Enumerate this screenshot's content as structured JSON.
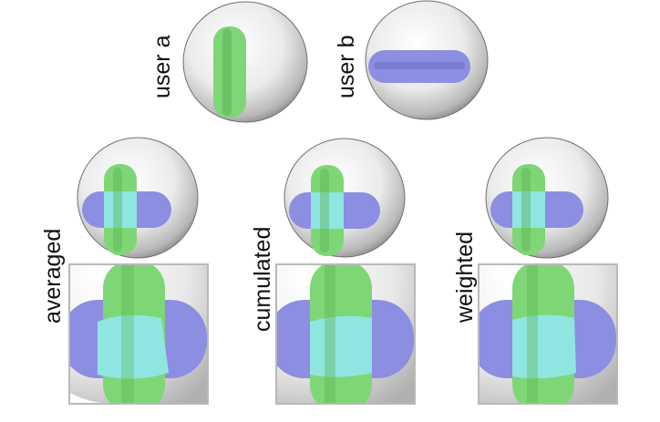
{
  "labels": {
    "user_a": "user a",
    "user_b": "user b",
    "averaged": "averaged",
    "cumulated": "cumulated",
    "weighted": "weighted"
  },
  "colors": {
    "green": "#7fd676",
    "purple": "#8c8ee2",
    "cyan": "#8fe6e0",
    "frame": "#b9b9b9"
  }
}
